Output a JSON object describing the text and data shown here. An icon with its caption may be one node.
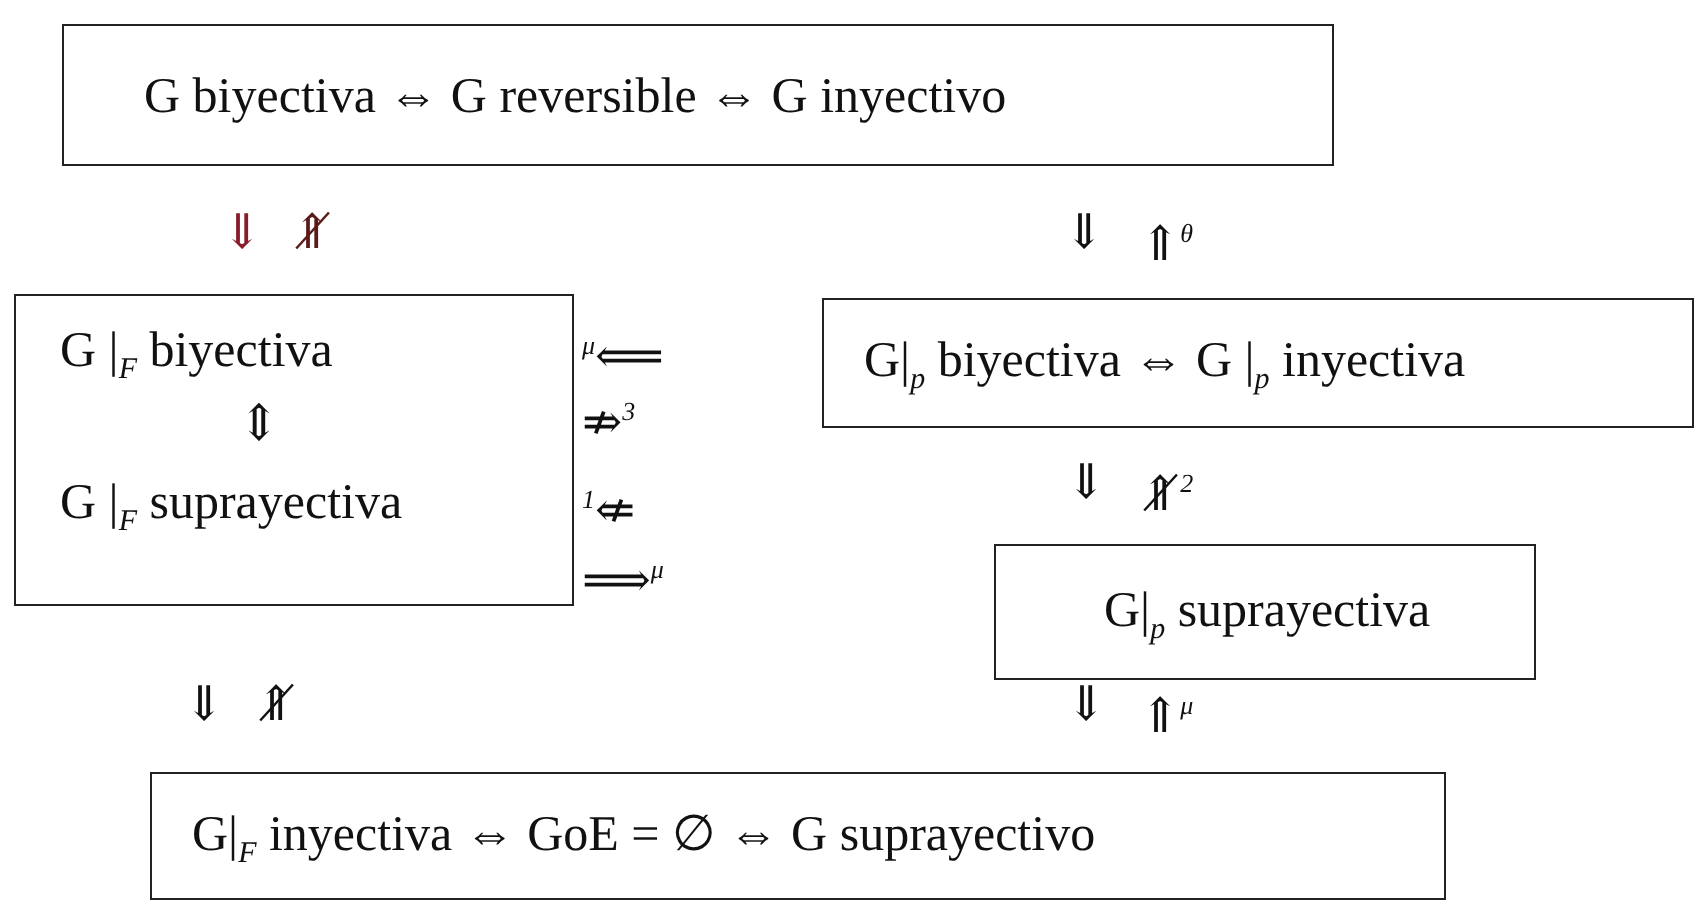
{
  "diagram": {
    "nodes": [
      {
        "text": [
          "G biyectiva ⇔ G reversible ⇔ G inyectivo"
        ]
      },
      {
        "text": [
          "G |$_{F}$ biyectiva",
          "⇕",
          "G |$_{F}$ suprayectiva"
        ]
      },
      {
        "text": [
          "G|$_{p}$ biyectiva ⇔ G |$_{p}$ inyectiva"
        ]
      },
      {
        "text": [
          "G|$_{p}$ suprayectiva"
        ]
      },
      {
        "text": [
          "G|$_{F}$ inyectiva ⇔ GoE = ∅ ⇔ G suprayectivo"
        ]
      }
    ],
    "labels": [
      "⇓",
      "⇑̸",
      "⇓",
      "⇑$^{θ}$",
      "$^{μ}$⟸",
      "⇏$^{3}$",
      "$^{1}$⇍",
      "⇓",
      "⇑̸$^{2}$",
      "⟹$^{μ}$",
      "⇓",
      "⇑̸",
      "⇓",
      "⇑$^{μ}$"
    ]
  }
}
